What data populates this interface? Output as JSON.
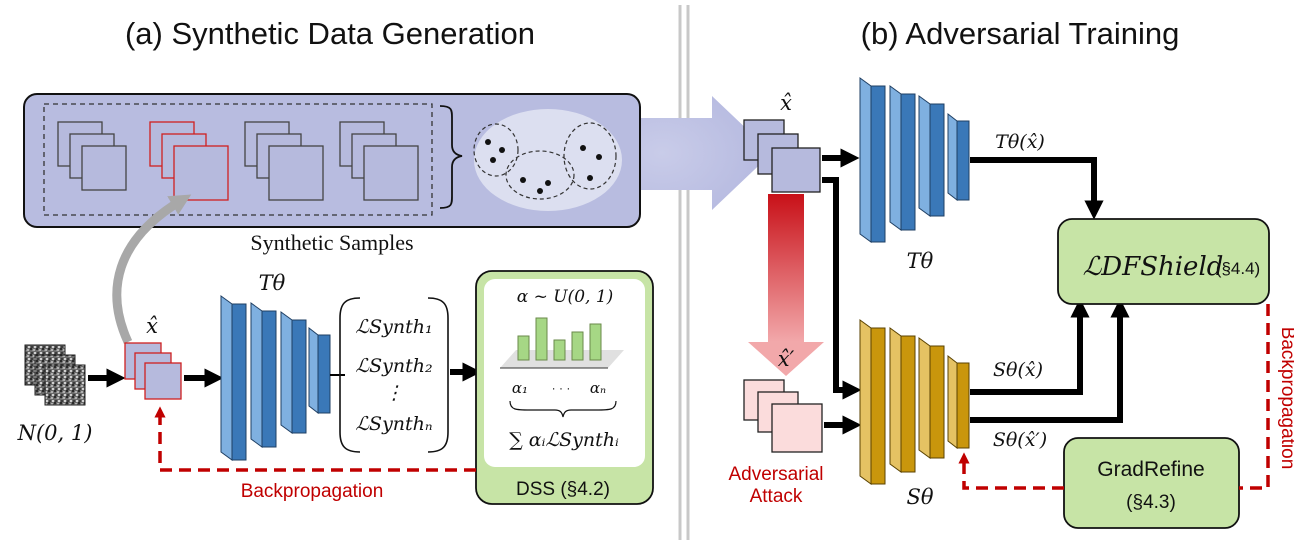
{
  "panel_a": {
    "title": "(a) Synthetic Data Generation",
    "synthetic_samples_label": "Synthetic Samples",
    "noise_label": "N(0, 1)",
    "x_hat_label": "x̂",
    "teacher_label": "Tθ",
    "synth_losses": [
      "ℒSynth₁",
      "ℒSynth₂",
      "⋮",
      "ℒSynthₙ"
    ],
    "dss": {
      "alpha_dist": "α ~ U(0, 1)",
      "alpha_first": "α₁",
      "alpha_dots": "· · ·",
      "alpha_last": "αₙ",
      "weighted_sum": "∑ αᵢℒSynthᵢ",
      "label": "DSS (§4.2)"
    },
    "backprop_label": "Backpropagation"
  },
  "panel_b": {
    "title": "(b) Adversarial Training",
    "x_hat_label": "x̂",
    "x_hat_prime_label": "x̂′",
    "teacher_output": "Tθ(x̂)",
    "teacher_label": "Tθ",
    "student_label": "Sθ",
    "student_output_clean": "Sθ(x̂)",
    "student_output_adv": "Sθ(x̂′)",
    "loss_label": "ℒDFShield",
    "loss_ref": "(§4.4)",
    "adv_attack_line1": "Adversarial",
    "adv_attack_line2": "Attack",
    "gradrefine_line1": "GradRefine",
    "gradrefine_line2": "(§4.3)",
    "backprop_label": "Backpropagation"
  },
  "colors": {
    "teacher_blue": "#3a78b8",
    "student_gold": "#c9960c",
    "green_box": "#c7e4a6",
    "lavender_panel": "#b8bce0",
    "backprop_red": "#c00000"
  }
}
